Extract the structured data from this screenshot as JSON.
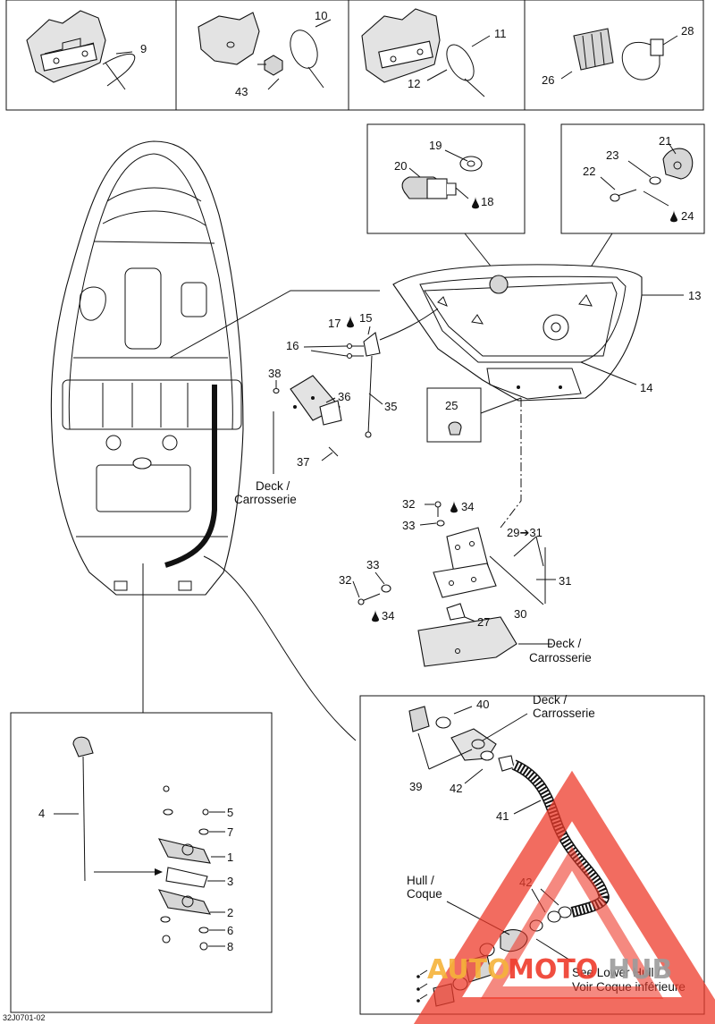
{
  "callouts": {
    "c1": "1",
    "c2": "2",
    "c3": "3",
    "c4": "4",
    "c5": "5",
    "c6": "6",
    "c7": "7",
    "c8": "8",
    "c9": "9",
    "c10": "10",
    "c11": "11",
    "c12": "12",
    "c13": "13",
    "c14": "14",
    "c15": "15",
    "c16": "16",
    "c17": "17",
    "c18": "18",
    "c19": "19",
    "c20": "20",
    "c21": "21",
    "c22": "22",
    "c23": "23",
    "c24": "24",
    "c25": "25",
    "c26": "26",
    "c27": "27",
    "c28": "28",
    "c2931": "29➔31",
    "c30": "30",
    "c31": "31",
    "c32a": "32",
    "c32b": "32",
    "c33a": "33",
    "c33b": "33",
    "c34a": "34",
    "c34b": "34",
    "c35": "35",
    "c36": "36",
    "c37": "37",
    "c38": "38",
    "c39": "39",
    "c40": "40",
    "c41": "41",
    "c42a": "42",
    "c42b": "42",
    "c43": "43"
  },
  "labels": {
    "deck_en_1": "Deck /",
    "deck_fr_1": "Carrosserie",
    "deck_en_2": "Deck /",
    "deck_fr_2": "Carrosserie",
    "deck_en_3": "Deck /",
    "deck_fr_3": "Carrosserie",
    "hull_en": "Hull /",
    "hull_fr": "Coque",
    "see_en": "See Lower Hull /",
    "see_fr": "Voir Coque inférieure"
  },
  "drawing_code": "32J0701-02",
  "watermark": {
    "auto": "AUTO",
    "moto": "MOTO",
    "hub": "HUB"
  },
  "colors": {
    "watermark_red": "#ee3b2b",
    "watermark_orange": "#f5b23a",
    "watermark_gray": "#9b9b9b"
  }
}
